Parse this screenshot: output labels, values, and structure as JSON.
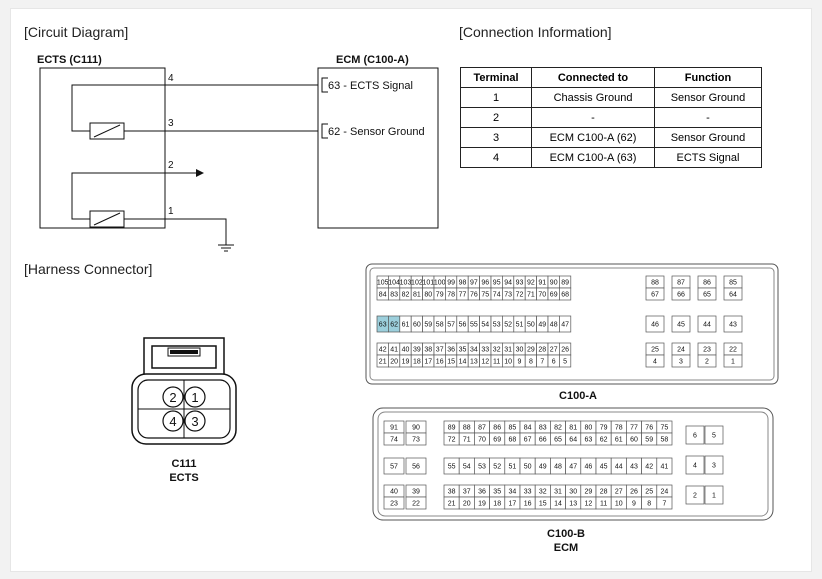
{
  "headers": {
    "circuit": "[Circuit Diagram]",
    "connection": "[Connection Information]",
    "harness": "[Harness Connector]"
  },
  "circuit": {
    "sensor_title": "ECTS (C111)",
    "ecm_title": "ECM (C100-A)",
    "pins": [
      "4",
      "3",
      "2",
      "1"
    ],
    "ecm_pins": [
      "63 - ECTS Signal",
      "62 - Sensor Ground"
    ]
  },
  "connection_table": {
    "columns": [
      "Terminal",
      "Connected to",
      "Function"
    ],
    "rows": [
      [
        "1",
        "Chassis Ground",
        "Sensor Ground"
      ],
      [
        "2",
        "-",
        "-"
      ],
      [
        "3",
        "ECM C100-A (62)",
        "Sensor Ground"
      ],
      [
        "4",
        "ECM C100-A (63)",
        "ECTS Signal"
      ]
    ]
  },
  "sensor_connector": {
    "pins": [
      "2",
      "1",
      "4",
      "3"
    ],
    "label_line1": "C111",
    "label_line2": "ECTS"
  },
  "connector_a": {
    "label": "C100-A",
    "highlight_pins": [
      "63",
      "62"
    ],
    "highlight_color": "#9ccfdc",
    "row1": [
      "105",
      "104",
      "103",
      "102",
      "101",
      "100",
      "99",
      "98",
      "97",
      "96",
      "95",
      "94",
      "93",
      "92",
      "91",
      "90",
      "89"
    ],
    "row2": [
      "84",
      "83",
      "82",
      "81",
      "80",
      "79",
      "78",
      "77",
      "76",
      "75",
      "74",
      "73",
      "72",
      "71",
      "70",
      "69",
      "68"
    ],
    "row3": [
      "63",
      "62",
      "61",
      "60",
      "59",
      "58",
      "57",
      "56",
      "55",
      "54",
      "53",
      "52",
      "51",
      "50",
      "49",
      "48",
      "47"
    ],
    "row4": [
      "42",
      "41",
      "40",
      "39",
      "38",
      "37",
      "36",
      "35",
      "34",
      "33",
      "32",
      "31",
      "30",
      "29",
      "28",
      "27",
      "26"
    ],
    "row5": [
      "21",
      "20",
      "19",
      "18",
      "17",
      "16",
      "15",
      "14",
      "13",
      "12",
      "11",
      "10",
      "9",
      "8",
      "7",
      "6",
      "5"
    ],
    "right_row1": [
      "88",
      "87",
      "86",
      "85"
    ],
    "right_row2": [
      "67",
      "66",
      "65",
      "64"
    ],
    "right_row3": [
      "46",
      "45",
      "44",
      "43"
    ],
    "right_row4": [
      "25",
      "24",
      "23",
      "22"
    ],
    "right_row5": [
      "4",
      "3",
      "2",
      "1"
    ]
  },
  "connector_b": {
    "label_line1": "C100-B",
    "label_line2": "ECM",
    "left_row1": [
      "91",
      "90"
    ],
    "left_row2": [
      "74",
      "73"
    ],
    "left_row3": [
      "57",
      "56"
    ],
    "left_row4": [
      "40",
      "39"
    ],
    "left_row5": [
      "23",
      "22"
    ],
    "row1": [
      "89",
      "88",
      "87",
      "86",
      "85",
      "84",
      "83",
      "82",
      "81",
      "80",
      "79",
      "78",
      "77",
      "76",
      "75"
    ],
    "row2": [
      "72",
      "71",
      "70",
      "69",
      "68",
      "67",
      "66",
      "65",
      "64",
      "63",
      "62",
      "61",
      "60",
      "59",
      "58"
    ],
    "row3": [
      "55",
      "54",
      "53",
      "52",
      "51",
      "50",
      "49",
      "48",
      "47",
      "46",
      "45",
      "44",
      "43",
      "42",
      "41"
    ],
    "row4": [
      "38",
      "37",
      "36",
      "35",
      "34",
      "33",
      "32",
      "31",
      "30",
      "29",
      "28",
      "27",
      "26",
      "25",
      "24"
    ],
    "row5": [
      "21",
      "20",
      "19",
      "18",
      "17",
      "16",
      "15",
      "14",
      "13",
      "12",
      "11",
      "10",
      "9",
      "8",
      "7"
    ],
    "right_row1": [
      "6",
      "5"
    ],
    "right_row2": [
      "4",
      "3"
    ],
    "right_row3": [
      "2",
      "1"
    ]
  }
}
